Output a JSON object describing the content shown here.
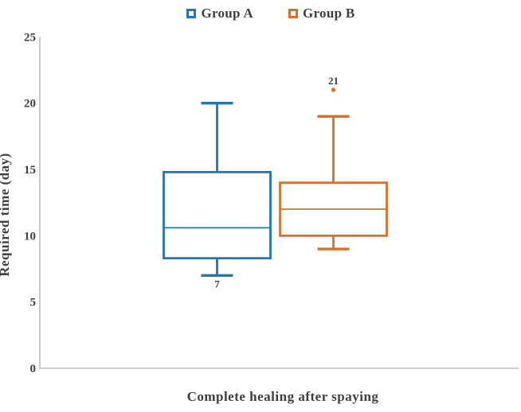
{
  "chart_data": {
    "type": "boxplot",
    "title": "",
    "xlabel": "Complete healing after spaying",
    "ylabel": "Required time (day)",
    "ylim": [
      0,
      25
    ],
    "yticks": [
      0,
      5,
      10,
      15,
      20,
      25
    ],
    "grid": false,
    "legend_position": "top-center",
    "series": [
      {
        "name": "Group A",
        "color": "#1F77B4",
        "whisker_low": 7,
        "q1": 8.3,
        "median": 10.6,
        "q3": 14.8,
        "whisker_high": 20,
        "outliers": [],
        "point_labels": [
          {
            "text": "7",
            "value": 7,
            "position": "below"
          }
        ]
      },
      {
        "name": "Group B",
        "color": "#D8702A",
        "whisker_low": 9,
        "q1": 10,
        "median": 12,
        "q3": 14,
        "whisker_high": 19,
        "outliers": [
          21
        ],
        "point_labels": [
          {
            "text": "21",
            "value": 21,
            "position": "above"
          }
        ]
      }
    ],
    "colors": {
      "axis_line": "#BFBFBF",
      "label_text": "#3F3F3F",
      "background": "#FFFFFF"
    }
  }
}
